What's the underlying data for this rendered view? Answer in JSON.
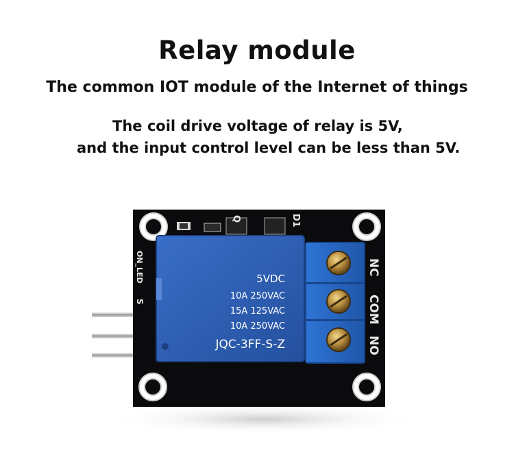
{
  "header": {
    "title": "Relay module",
    "subtitle": "The common IOT module of the Internet of things",
    "desc_line1": "The coil drive voltage of relay is 5V,",
    "desc_line2": "and the input control level can be less than 5V."
  },
  "relay": {
    "voltage": "5VDC",
    "rating1": "10A 250VAC",
    "rating2": "15A 125VAC",
    "rating3": "10A 250VAC",
    "model": "JQC-3FF-S-Z"
  },
  "board": {
    "label_q": "Q",
    "label_d1": "D1",
    "label_on_led": "ON_LED",
    "label_s": "S",
    "terminal_labels": [
      "NC",
      "COM",
      "NO"
    ]
  },
  "colors": {
    "pcb": "#0b0b0d",
    "relay_blue": "#2f5fb8",
    "terminal_blue": "#2a66c8"
  }
}
